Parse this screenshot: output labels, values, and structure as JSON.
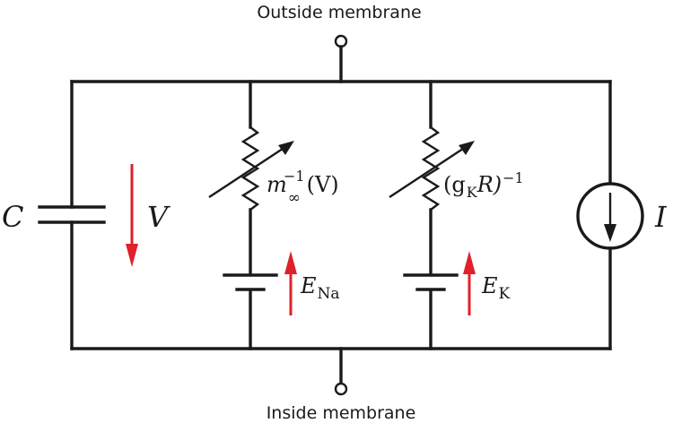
{
  "labels": {
    "outside": "Outside membrane",
    "inside": "Inside membrane"
  },
  "capacitor": {
    "symbol": "C"
  },
  "voltage": {
    "symbol": "V"
  },
  "sodium_branch": {
    "resistor_base": "m",
    "resistor_sub": "∞",
    "resistor_sup": "−1",
    "resistor_arg": "(V)",
    "battery_base": "E",
    "battery_sub": "Na"
  },
  "potassium_branch": {
    "resistor_open": "(g",
    "resistor_sub": "K",
    "resistor_close": "R)",
    "resistor_sup": "−1",
    "battery_base": "E",
    "battery_sub": "K"
  },
  "current_source": {
    "symbol": "I"
  },
  "colors": {
    "wire": "#1a1a1a",
    "arrow": "#e0202a",
    "background": "#ffffff"
  },
  "icons": {
    "capacitor": "capacitor-icon",
    "variable_resistor": "variable-resistor-icon",
    "battery": "battery-icon",
    "current_source": "current-source-icon",
    "terminal": "terminal-icon"
  }
}
